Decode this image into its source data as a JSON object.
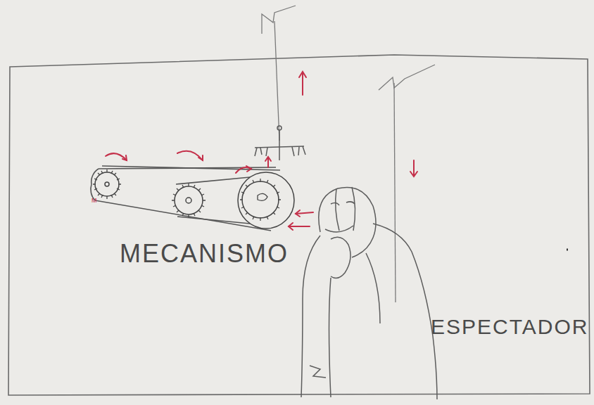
{
  "diagram": {
    "labels": [
      "MECANISMO",
      "ESPECTADOR",
      "M"
    ]
  }
}
